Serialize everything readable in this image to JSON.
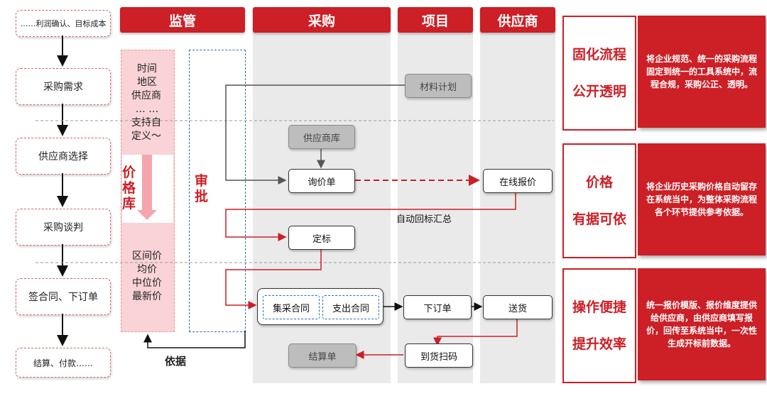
{
  "headers": [
    "监管",
    "采购",
    "项目",
    "供应商"
  ],
  "steps": [
    "……利润确认、目标成本",
    "采购需求",
    "供应商选择",
    "采购谈判",
    "签合同、下订单",
    "结算、付款……"
  ],
  "price_lib": {
    "top_lines": [
      "时间",
      "地区",
      "供应商",
      "… …",
      "支持自",
      "定义～"
    ],
    "title": "价格库",
    "bottom_lines": [
      "区间价",
      "均价",
      "中位价",
      "最新价"
    ]
  },
  "approval": "审批",
  "basis": "依据",
  "nodes": {
    "material_plan": "材料计划",
    "supplier_lib": "供应商库",
    "inquiry": "询价单",
    "online_quote": "在线报价",
    "auto_summary": "自动回标汇总",
    "award": "定标",
    "central_contract": "集采合同",
    "expense_contract": "支出合同",
    "order": "下订单",
    "delivery": "送货",
    "settlement": "结算单",
    "receipt_scan": "到货扫码"
  },
  "benefits": [
    {
      "title1": "固化流程",
      "title2": "公开透明",
      "desc": "将企业规范、统一的采购流程固定到统一的工具系统中，流程合规，采购公正、透明。"
    },
    {
      "title1": "价格",
      "title2": "有据可依",
      "desc": "将企业历史采购价格自动留存在系统当中，为整体采购流程各个环节提供参考依据。"
    },
    {
      "title1": "操作便捷",
      "title2": "提升效率",
      "desc": "统一报价模版、报价维度提供给供应商，由供应商填写报价，回传至系统当中，一次性生成开标前数据。"
    }
  ],
  "colors": {
    "brand_red": "#cc1f26",
    "pink": "#f9d3d6",
    "approval_blue": "#2a6fb8"
  }
}
